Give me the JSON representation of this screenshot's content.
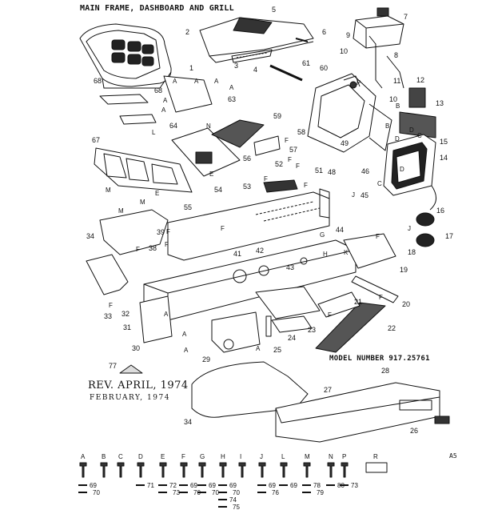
{
  "title": "MAIN FRAME, DASHBOARD AND GRILL",
  "model_label": "MODEL NUMBER 917.25761",
  "revision": "REV. APRIL, 1974",
  "original_date": "FEBRUARY, 1974",
  "sheet_code": "A5",
  "callouts": [
    {
      "id": "c2",
      "text": "2"
    },
    {
      "id": "c5",
      "text": "5"
    },
    {
      "id": "c6",
      "text": "6"
    },
    {
      "id": "c3",
      "text": "3"
    },
    {
      "id": "c4",
      "text": "4"
    },
    {
      "id": "c61",
      "text": "61"
    },
    {
      "id": "c7",
      "text": "7"
    },
    {
      "id": "c9",
      "text": "9"
    },
    {
      "id": "c10a",
      "text": "10"
    },
    {
      "id": "c8",
      "text": "8"
    },
    {
      "id": "c1",
      "text": "1"
    },
    {
      "id": "c60",
      "text": "60"
    },
    {
      "id": "c11",
      "text": "11"
    },
    {
      "id": "c12",
      "text": "12"
    },
    {
      "id": "c10b",
      "text": "10"
    },
    {
      "id": "c13",
      "text": "13"
    },
    {
      "id": "c68a",
      "text": "68"
    },
    {
      "id": "c68b",
      "text": "68"
    },
    {
      "id": "c63",
      "text": "63"
    },
    {
      "id": "c59",
      "text": "59"
    },
    {
      "id": "c64",
      "text": "64"
    },
    {
      "id": "c58",
      "text": "58"
    },
    {
      "id": "c57",
      "text": "57"
    },
    {
      "id": "c56",
      "text": "56"
    },
    {
      "id": "c67",
      "text": "67"
    },
    {
      "id": "c49",
      "text": "49"
    },
    {
      "id": "c48",
      "text": "48"
    },
    {
      "id": "c46",
      "text": "46"
    },
    {
      "id": "c15",
      "text": "15"
    },
    {
      "id": "c14",
      "text": "14"
    },
    {
      "id": "c52",
      "text": "52"
    },
    {
      "id": "c51",
      "text": "51"
    },
    {
      "id": "c53",
      "text": "53"
    },
    {
      "id": "c54",
      "text": "54"
    },
    {
      "id": "c55",
      "text": "55"
    },
    {
      "id": "c45",
      "text": "45"
    },
    {
      "id": "c16",
      "text": "16"
    },
    {
      "id": "c34a",
      "text": "34"
    },
    {
      "id": "c39",
      "text": "39"
    },
    {
      "id": "c38",
      "text": "38"
    },
    {
      "id": "c44",
      "text": "44"
    },
    {
      "id": "c18",
      "text": "18"
    },
    {
      "id": "c17",
      "text": "17"
    },
    {
      "id": "c41",
      "text": "41"
    },
    {
      "id": "c42",
      "text": "42"
    },
    {
      "id": "c43",
      "text": "43"
    },
    {
      "id": "c19",
      "text": "19"
    },
    {
      "id": "c32",
      "text": "32"
    },
    {
      "id": "c33",
      "text": "33"
    },
    {
      "id": "c31",
      "text": "31"
    },
    {
      "id": "c20",
      "text": "20"
    },
    {
      "id": "c21",
      "text": "21"
    },
    {
      "id": "c23",
      "text": "23"
    },
    {
      "id": "c24",
      "text": "24"
    },
    {
      "id": "c22",
      "text": "22"
    },
    {
      "id": "c30",
      "text": "30"
    },
    {
      "id": "c25",
      "text": "25"
    },
    {
      "id": "c29",
      "text": "29"
    },
    {
      "id": "c77",
      "text": "77"
    },
    {
      "id": "c28",
      "text": "28"
    },
    {
      "id": "c27",
      "text": "27"
    },
    {
      "id": "c34b",
      "text": "34"
    },
    {
      "id": "c26",
      "text": "26"
    }
  ],
  "ref_letters": [
    {
      "id": "lA1",
      "text": "A"
    },
    {
      "id": "lA2",
      "text": "A"
    },
    {
      "id": "lA3",
      "text": "A"
    },
    {
      "id": "lA4",
      "text": "A"
    },
    {
      "id": "lA5",
      "text": "A"
    },
    {
      "id": "lA6",
      "text": "A"
    },
    {
      "id": "lL1",
      "text": "L"
    },
    {
      "id": "lN1",
      "text": "N"
    },
    {
      "id": "lP1",
      "text": "P"
    },
    {
      "id": "lB1",
      "text": "B"
    },
    {
      "id": "lB2",
      "text": "B"
    },
    {
      "id": "lF1",
      "text": "F"
    },
    {
      "id": "lF2",
      "text": "F"
    },
    {
      "id": "lD1",
      "text": "D"
    },
    {
      "id": "lC1",
      "text": "C"
    },
    {
      "id": "lD2",
      "text": "D"
    },
    {
      "id": "lD3",
      "text": "D"
    },
    {
      "id": "lC2",
      "text": "C"
    },
    {
      "id": "lM1",
      "text": "M"
    },
    {
      "id": "lM2",
      "text": "M"
    },
    {
      "id": "lE1",
      "text": "E"
    },
    {
      "id": "lM3",
      "text": "M"
    },
    {
      "id": "lE2",
      "text": "E"
    },
    {
      "id": "lF3",
      "text": "F"
    },
    {
      "id": "lF4",
      "text": "F"
    },
    {
      "id": "lJ1",
      "text": "J"
    },
    {
      "id": "lF5",
      "text": "F"
    },
    {
      "id": "lF6",
      "text": "F"
    },
    {
      "id": "lJ2",
      "text": "J"
    },
    {
      "id": "lF7",
      "text": "F"
    },
    {
      "id": "lG1",
      "text": "G"
    },
    {
      "id": "lH1",
      "text": "H"
    },
    {
      "id": "lF8",
      "text": "F"
    },
    {
      "id": "lF9",
      "text": "F"
    },
    {
      "id": "lF10",
      "text": "F"
    },
    {
      "id": "lF11",
      "text": "F"
    },
    {
      "id": "lA7",
      "text": "A"
    },
    {
      "id": "lA8",
      "text": "A"
    },
    {
      "id": "lA9",
      "text": "A"
    },
    {
      "id": "lF12",
      "text": "F"
    },
    {
      "id": "lF13",
      "text": "F"
    },
    {
      "id": "lA10",
      "text": "A"
    },
    {
      "id": "lK1",
      "text": "K"
    }
  ],
  "hardware": [
    {
      "letter": "A",
      "refs": [
        "69",
        "70"
      ]
    },
    {
      "letter": "B",
      "refs": []
    },
    {
      "letter": "C",
      "refs": []
    },
    {
      "letter": "D",
      "refs": [
        "71"
      ]
    },
    {
      "letter": "E",
      "refs": [
        "72",
        "73"
      ]
    },
    {
      "letter": "F",
      "refs": [
        "69",
        "70"
      ]
    },
    {
      "letter": "G",
      "refs": [
        "69",
        "70"
      ]
    },
    {
      "letter": "H",
      "refs": [
        "69",
        "70",
        "74",
        "75"
      ]
    },
    {
      "letter": "I",
      "refs": []
    },
    {
      "letter": "J",
      "refs": [
        "69",
        "76"
      ]
    },
    {
      "letter": "L",
      "refs": [
        "69"
      ]
    },
    {
      "letter": "M",
      "refs": [
        "78",
        "79"
      ]
    },
    {
      "letter": "N",
      "refs": [
        "80"
      ]
    },
    {
      "letter": "P",
      "refs": [
        "73"
      ]
    },
    {
      "letter": "R",
      "refs": []
    }
  ]
}
